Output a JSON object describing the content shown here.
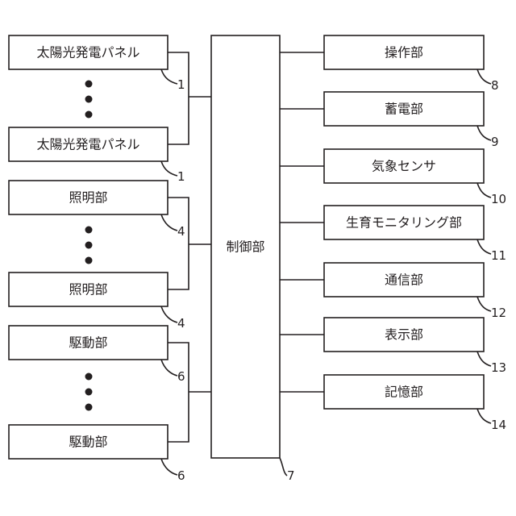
{
  "control": {
    "label": "制御部",
    "ref": "7"
  },
  "left_blocks": [
    {
      "label": "太陽光発電パネル",
      "ref": "1"
    },
    {
      "label": "太陽光発電パネル",
      "ref": "1"
    },
    {
      "label": "照明部",
      "ref": "4"
    },
    {
      "label": "照明部",
      "ref": "4"
    },
    {
      "label": "駆動部",
      "ref": "6"
    },
    {
      "label": "駆動部",
      "ref": "6"
    }
  ],
  "right_blocks": [
    {
      "label": "操作部",
      "ref": "8"
    },
    {
      "label": "蓄電部",
      "ref": "9"
    },
    {
      "label": "気象センサ",
      "ref": "10"
    },
    {
      "label": "生育モニタリング部",
      "ref": "11"
    },
    {
      "label": "通信部",
      "ref": "12"
    },
    {
      "label": "表示部",
      "ref": "13"
    },
    {
      "label": "記憶部",
      "ref": "14"
    }
  ],
  "colors": {
    "line": "#231f20",
    "fill": "#ffffff"
  }
}
